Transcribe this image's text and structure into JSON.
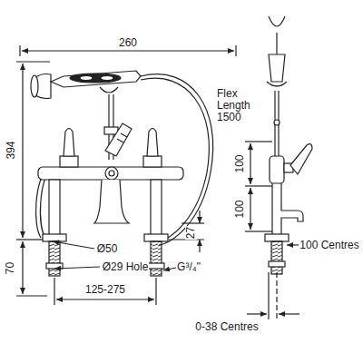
{
  "diagram": {
    "labels": [
      "260",
      "394",
      "70",
      "Flex Length 1500",
      "Ø50",
      "Ø29 Hole",
      "G³/₄\"",
      "27",
      "125-275",
      "100",
      "100",
      "100 Centres",
      "0-38 Centres"
    ]
  }
}
